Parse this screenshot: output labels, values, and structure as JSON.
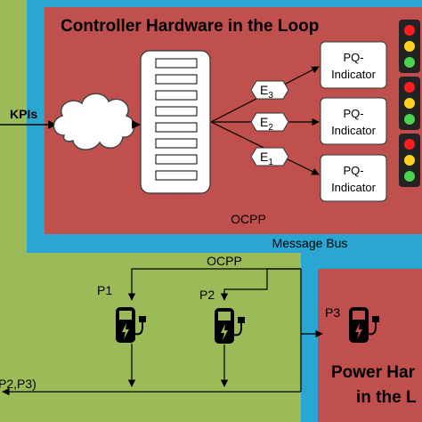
{
  "regions": {
    "chil_title": "Controller Hardware in the Loop",
    "phil_title_line1": "Power Har",
    "phil_title_line2": "in the L"
  },
  "labels": {
    "kpis": "KPIs",
    "ocpp_inner": "OCPP",
    "message_bus": "Message Bus",
    "ocpp_lower": "OCPP",
    "p1": "P1",
    "p2": "P2",
    "p3": "P3",
    "left_edge": "P2,P3)"
  },
  "events": [
    {
      "base": "E",
      "sub": "3"
    },
    {
      "base": "E",
      "sub": "2"
    },
    {
      "base": "E",
      "sub": "1"
    }
  ],
  "indicators": [
    {
      "line1": "PQ-",
      "line2": "Indicator"
    },
    {
      "line1": "PQ-",
      "line2": "Indicator"
    },
    {
      "line1": "PQ-",
      "line2": "Indicator"
    }
  ],
  "colors": {
    "chil_red": "#bf504d",
    "bus_blue": "#2aa6d3",
    "field_green": "#9bbb59",
    "traffic_red": "#ff1e1e",
    "traffic_yellow": "#ffd21e",
    "traffic_green": "#4fd24f"
  }
}
